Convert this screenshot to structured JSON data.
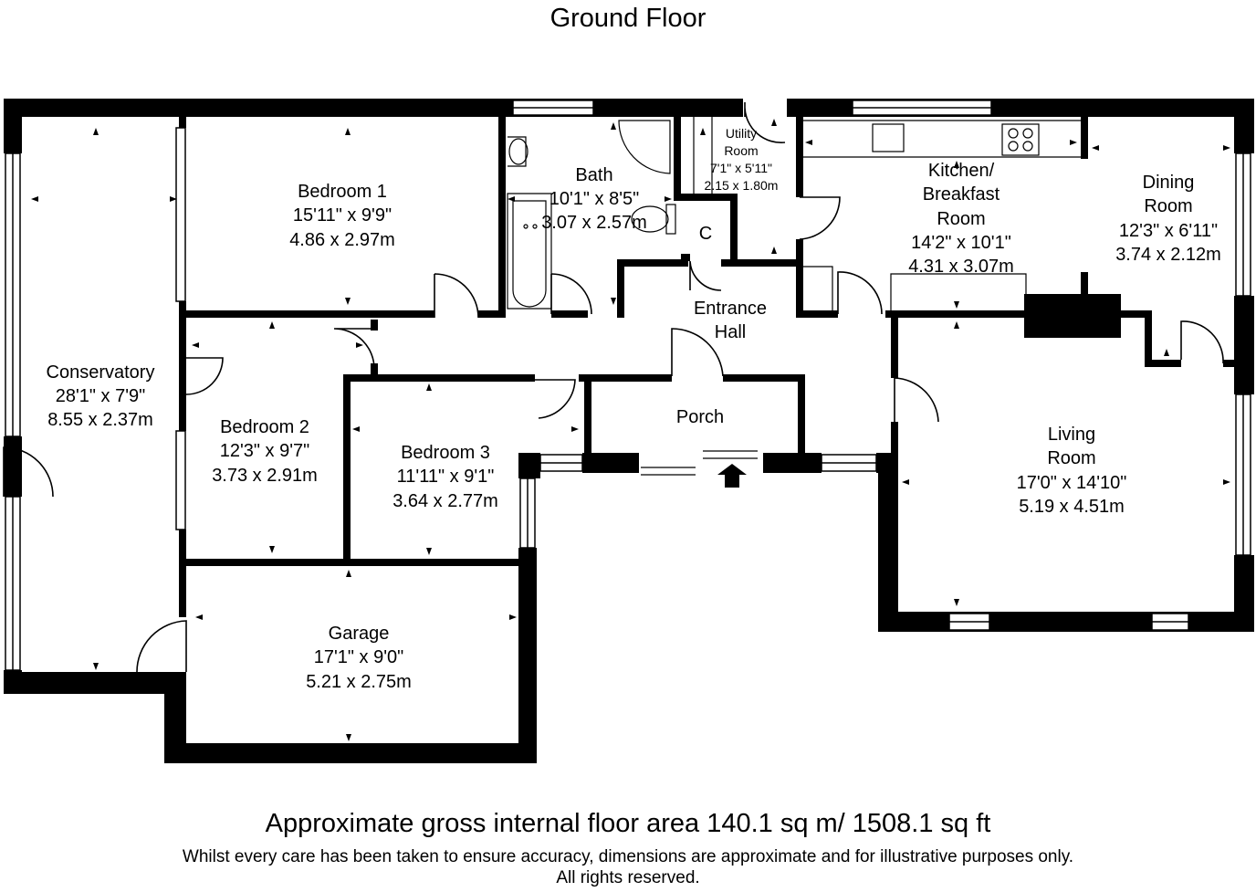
{
  "title": "Ground Floor",
  "rooms": [
    {
      "id": "conservatory",
      "lines": [
        "Conservatory",
        "28'1\" x 7'9\"",
        "8.55 x 2.37m"
      ]
    },
    {
      "id": "bedroom-1",
      "lines": [
        "Bedroom 1",
        "15'11\" x 9'9\"",
        "4.86 x 2.97m"
      ]
    },
    {
      "id": "bath",
      "lines": [
        "Bath",
        "10'1\" x 8'5\"",
        "3.07 x 2.57m"
      ]
    },
    {
      "id": "utility-room",
      "lines": [
        "Utility",
        "Room",
        "7'1\" x 5'11\"",
        "2.15 x 1.80m"
      ]
    },
    {
      "id": "cupboard",
      "lines": [
        "C"
      ]
    },
    {
      "id": "kitchen-breakfast-room",
      "lines": [
        "Kitchen/",
        "Breakfast",
        "Room",
        "14'2\" x 10'1\"",
        "4.31 x 3.07m"
      ]
    },
    {
      "id": "dining-room",
      "lines": [
        "Dining",
        "Room",
        "12'3\" x 6'11\"",
        "3.74 x 2.12m"
      ]
    },
    {
      "id": "entrance-hall",
      "lines": [
        "Entrance",
        "Hall"
      ]
    },
    {
      "id": "bedroom-2",
      "lines": [
        "Bedroom 2",
        "12'3\" x 9'7\"",
        "3.73 x 2.91m"
      ]
    },
    {
      "id": "bedroom-3",
      "lines": [
        "Bedroom 3",
        "11'11\" x 9'1\"",
        "3.64 x 2.77m"
      ]
    },
    {
      "id": "porch",
      "lines": [
        "Porch"
      ]
    },
    {
      "id": "living-room",
      "lines": [
        "Living",
        "Room",
        "17'0\" x 14'10\"",
        "5.19 x 4.51m"
      ]
    },
    {
      "id": "garage",
      "lines": [
        "Garage",
        "17'1\" x 9'0\"",
        "5.21 x 2.75m"
      ]
    }
  ],
  "footer": {
    "area": "Approximate gross internal floor area 140.1 sq m/ 1508.1 sq ft",
    "disclaimer_line1": "Whilst every care has been taken to ensure accuracy, dimensions are approximate and for illustrative purposes only.",
    "disclaimer_line2": "All rights reserved."
  },
  "colors": {
    "wall": "#000000",
    "background": "#ffffff",
    "window": "#ffffff"
  }
}
